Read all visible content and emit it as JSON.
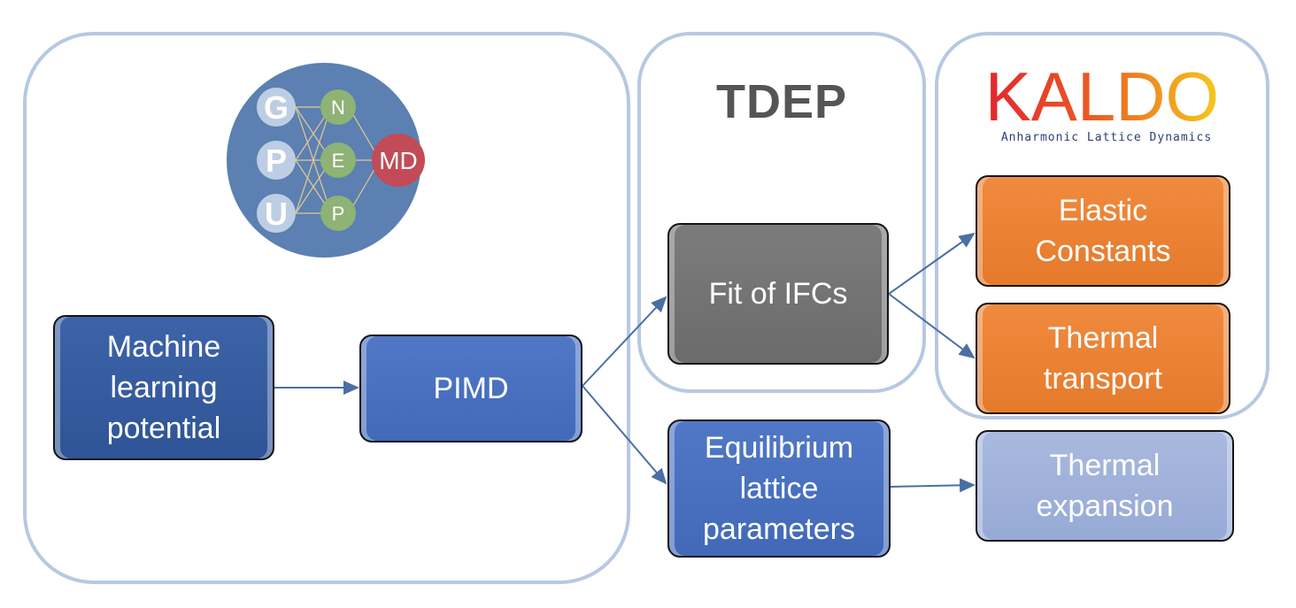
{
  "logo_gpumd": {
    "letters_left": [
      "G",
      "P",
      "U"
    ],
    "letters_mid": [
      "N",
      "E",
      "P"
    ],
    "letters_right": "MD",
    "colors": {
      "circle": "#5b80b1",
      "left": "#c8d6ea",
      "mid": "#8fb275",
      "right": "#c24b57"
    }
  },
  "tdep": {
    "title": "TDEP"
  },
  "kaldo": {
    "logo_text": "KALDO",
    "subtitle": "Anharmonic Lattice Dynamics",
    "colors": {
      "start": "#e1262e",
      "end": "#f6c81e"
    }
  },
  "boxes": {
    "mlp": "Machine\nlearning\npotential",
    "pimd": "PIMD",
    "fit": "Fit of IFCs",
    "equilibrium": "Equilibrium\nlattice\nparameters",
    "elastic": "Elastic\nConstants",
    "thermal_transport": "Thermal\ntransport",
    "thermal_expansion": "Thermal\nexpansion"
  },
  "colors": {
    "panel_border": "#b7c8e2",
    "arrow": "#4a6fa5"
  }
}
